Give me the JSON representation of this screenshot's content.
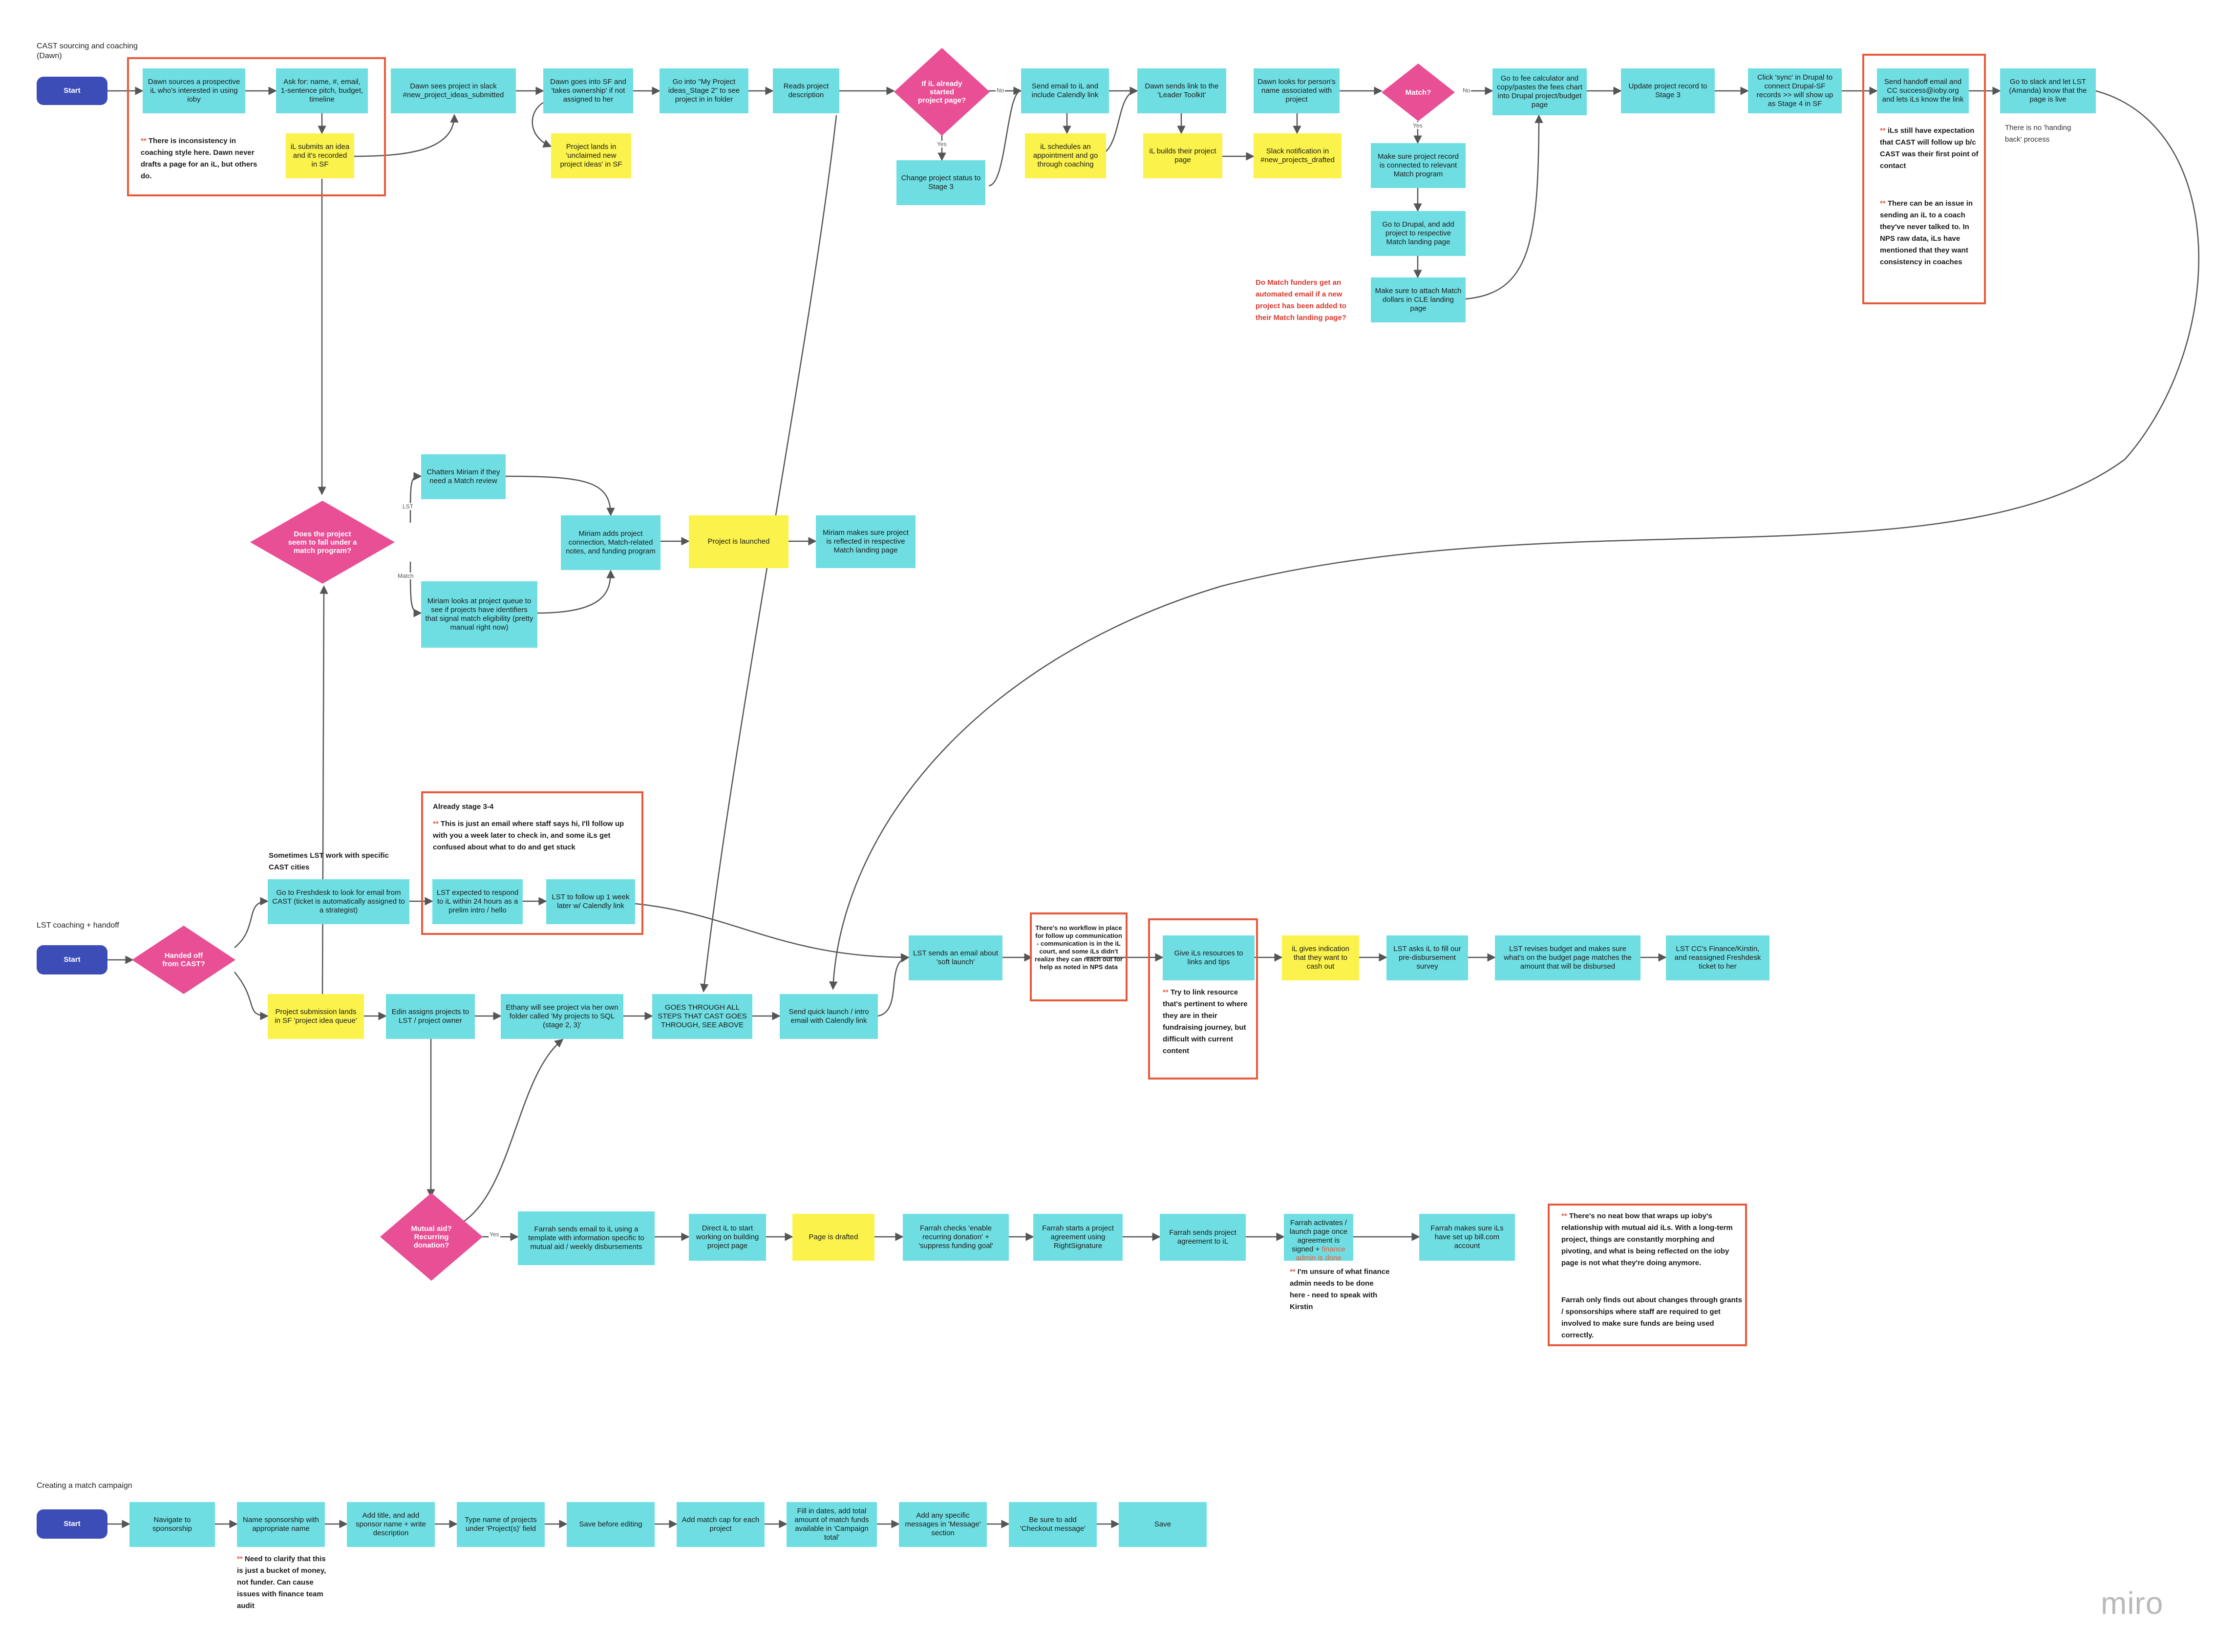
{
  "app": {
    "logo": "miro"
  },
  "sections": {
    "s1": "CAST sourcing and coaching\n(Dawn)",
    "s2": "LST coaching + handoff",
    "s3": "Creating a match campaign"
  },
  "nodes": {
    "start1": "Start",
    "n_dawn_sources": "Dawn sources a prospective iL who's interested in using ioby",
    "n_ask_for": "Ask for: name, #, email, 1-sentence pitch, budget, timeline",
    "n_il_submits": "iL submits an idea and it's recorded in SF",
    "n_dawn_sees": "Dawn sees project in slack #new_project_ideas_submitted",
    "n_dawn_goes": "Dawn goes into SF and 'takes ownership' if not assigned to her",
    "n_project_lands": "Project lands in 'unclaimed new project ideas' in SF",
    "n_go_into": "Go into \"My Project ideas_Stage 2\" to see project in in folder",
    "n_reads": "Reads project description",
    "d_il_started": "If iL already started project page?",
    "n_change_status": "Change project status to Stage 3",
    "n_send_email_il": "Send email to iL and include Calendly link",
    "n_il_schedules": "iL schedules an appointment and go through coaching",
    "n_dawn_sends_link": "Dawn sends link to the 'Leader Toolkit'",
    "n_il_builds": "iL builds their project page",
    "n_dawn_looks": "Dawn looks for person's name associated with project",
    "n_slack_notif": "Slack notification in #new_projects_drafted",
    "d_match": "Match?",
    "n_make_sure_connected": "Make sure project record is connected to relevant Match program",
    "n_go_drupal": "Go to Drupal, and add project to respective Match landing page",
    "n_attach_match": "Make sure to attach Match dollars in CLE landing page",
    "n_fee_calc": "Go to fee calculator and copy/pastes the fees chart into Drupal project/budget page",
    "n_update_record": "Update project record to Stage 3",
    "n_click_sync": "Click 'sync' in Drupal to connect Drupal-SF records >> will show up as Stage 4 in SF",
    "n_send_handoff": "Send handoff email and CC success@ioby.org and lets iLs know the link",
    "n_go_slack_lst": "Go to slack and let LST (Amanda) know that the page is live",
    "d_match_program": "Does the project seem to fall under a match program?",
    "n_chatters": "Chatters Miriam if they need a Match review",
    "n_miriam_looks": "Miriam looks at project queue to see if projects have identifiers that signal match eligibility (pretty manual right now)",
    "n_miriam_adds": "Miriam adds project connection, Match-related notes, and funding program",
    "n_launched": "Project is launched",
    "n_miriam_reflected": "Miriam makes sure project is reflected in respective Match landing page",
    "start2": "Start",
    "d_handed": "Handed off from CAST?",
    "n_freshdesk": "Go to Freshdesk to look for email from CAST (ticket is automatically assigned to a strategist)",
    "n_lst_expected": "LST expected to respond to iL within 24 hours as a prelim intro / hello",
    "n_lst_follow": "LST to follow up 1 week later w/ Calendly link",
    "n_lst_sends_email": "LST sends an email about 'soft launch'",
    "n_give_resources": "Give iLs resources to links and tips",
    "n_il_gives": "iL gives indication that they want to cash out",
    "n_lst_asks": "LST asks iL to fill our pre-disbursement survey",
    "n_lst_revises": "LST revises budget and makes sure what's on the budget page matches the amount that will be disbursed",
    "n_lst_cc": "LST CC's Finance/Kirstin, and reassigned Freshdesk ticket to her",
    "n_proj_submission": "Project submission lands in SF 'project idea queue'",
    "n_edin": "Edin assigns projects to LST / project owner",
    "n_ethany": "Ethany will see project via her own folder called 'My projects to SQL (stage 2, 3)'",
    "n_goes_through": "GOES THROUGH ALL STEPS THAT CAST GOES THROUGH, SEE ABOVE",
    "n_send_quick": "Send quick launch / intro email with Calendly link",
    "d_mutual": "Mutual aid? Recurring donation?",
    "n_farrah_sends_email": "Farrah sends email to iL using a template with information specific to mutual aid / weekly disbursements",
    "n_direct_il": "Direct iL to start working on building project page",
    "n_page_drafted": "Page is drafted",
    "n_farrah_checks": "Farrah checks 'enable recurring donation' + 'suppress funding goal'",
    "n_farrah_starts": "Farrah starts a project agreement using RightSignature",
    "n_farrah_sends_agreement": "Farrah sends project agreement to iL",
    "n_farrah_activates_a": "Farrah activates / launch page once agreement is signed + ",
    "n_farrah_activates_b": "finance admin is done",
    "n_farrah_makes": "Farrah makes sure iLs have set up bill.com account",
    "start3": "Start",
    "n_navigate": "Navigate to sponsorship",
    "n_name_sponsorship": "Name sponsorship with appropriate name",
    "n_add_title": "Add title, and add sponsor name + write description",
    "n_type_name": "Type name of projects under 'Project(s)' field",
    "n_save_before": "Save before editing",
    "n_add_match_cap": "Add match cap for each project",
    "n_fill_dates": "Fill in dates, add total amount of match funds available in 'Campaign total'",
    "n_add_messages": "Add any specific messages in 'Message' section",
    "n_be_sure": "Be sure to add 'Checkout message'",
    "n_save": "Save"
  },
  "edge_labels": {
    "no": "No",
    "yes": "Yes",
    "lst": "LST",
    "match": "Match"
  },
  "notes": {
    "star": "**",
    "note_inconsistency": "There is inconsistency in coaching style here. Dawn never drafts a page for an iL, but others do.",
    "note_match_funders": "Do Match funders get an automated email if a new project has been added to their Match landing page?",
    "note_ils_expect": "iLs still have expectation that CAST will follow up b/c CAST was their first point of contact",
    "note_issue_sending": "There can be an issue in sending an iL to a coach they've never talked to. In NPS raw data, iLs have mentioned that they want consistency in coaches",
    "note_no_handing": "There is no 'handing back' process",
    "note_sometimes_lst": "Sometimes LST work with specific CAST cities",
    "note_already_title": "Already stage 3-4",
    "note_already_body": "This is just an email where staff says hi, I'll follow up with you a week later to check in, and some iLs get confused about what to do and get stuck",
    "note_no_workflow": "There's no workflow in place for follow up communication - communication is in the iL court, and some iLs didn't realize they can reach out for help as noted in NPS data",
    "note_try_link": "Try to link resource that's pertinent to where they are in their fundraising journey, but difficult with current content",
    "note_unsure": "I'm unsure of what finance admin needs to be done here - need to speak with Kirstin",
    "note_no_neat_bow": "There's no neat bow that wraps up ioby's relationship with mutual aid iLs. With a long-term project, things are constantly morphing and pivoting, and what is being reflected on the ioby page is not what they're doing anymore.",
    "note_farrah_finds": "Farrah only finds out about changes through grants / sponsorships where staff are required to get involved to make sure funds are being used correctly.",
    "note_clarify": "Need to clarify that this is just a bucket of money, not funder. Can cause issues with finance team audit"
  },
  "colors": {
    "cyan": "#6fdee3",
    "yellow": "#fbf24b",
    "pink": "#e84f95",
    "start": "#3d4db7",
    "frame": "#e8593b",
    "note_red": "#d9372b",
    "edge": "#555555"
  }
}
